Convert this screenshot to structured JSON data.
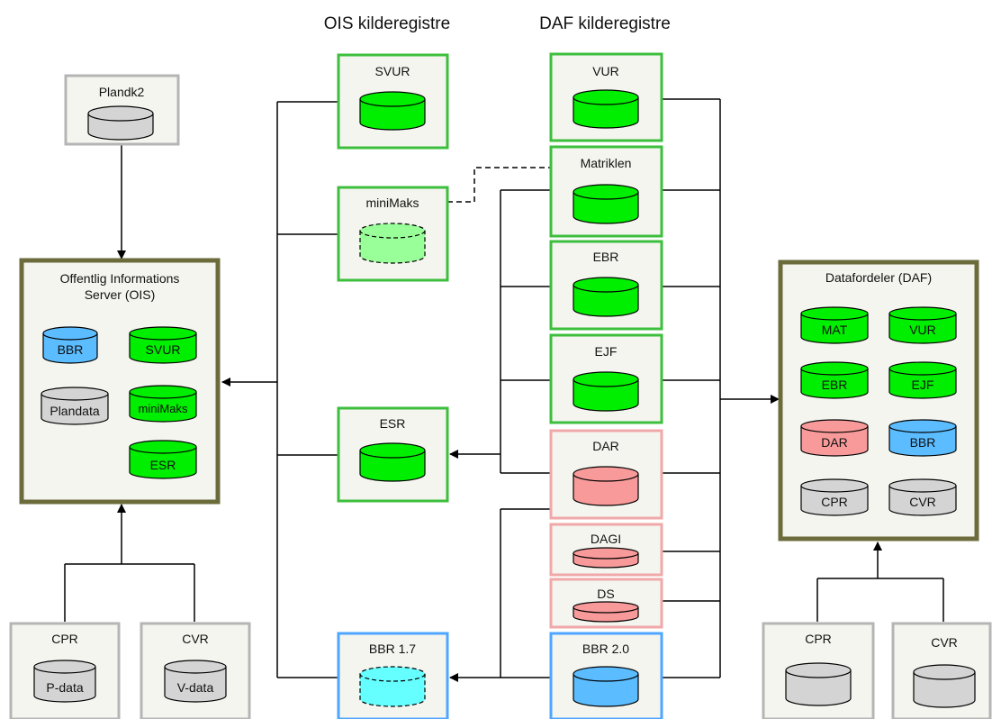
{
  "headers": {
    "ois": "OIS kilderegistre",
    "daf": "DAF kilderegistre"
  },
  "colors": {
    "green_border": "#3dbf3d",
    "green_fill": "#00ee00",
    "light_green_fill": "#99ff99",
    "pink_border": "#f0a8a8",
    "pink_fill": "#f99a9a",
    "blue_border": "#4da6ff",
    "blue_fill": "#5bbcff",
    "cyan_fill": "#66ffff",
    "grey_border": "#b5b5b5",
    "grey_fill": "#d4d4d4",
    "server_border": "#6b6b3c",
    "server_fill": "#f5f5f0"
  },
  "plandk2": {
    "label": "Plandk2"
  },
  "ois_server": {
    "title_line1": "Offentlig Informations",
    "title_line2": "Server (OIS)",
    "dbs": {
      "bbr": "BBR",
      "svur": "SVUR",
      "plandata": "Plandata",
      "minimaks": "miniMaks",
      "esr": "ESR"
    }
  },
  "ois_sources": {
    "svur": "SVUR",
    "minimaks": "miniMaks",
    "esr": "ESR",
    "bbr17": "BBR 1.7"
  },
  "daf_sources": {
    "vur": "VUR",
    "matriklen": "Matriklen",
    "ebr": "EBR",
    "ejf": "EJF",
    "dar": "DAR",
    "dagi": "DAGI",
    "ds": "DS",
    "bbr20": "BBR 2.0"
  },
  "daf_server": {
    "title": "Datafordeler (DAF)",
    "dbs": {
      "mat": "MAT",
      "vur": "VUR",
      "ebr": "EBR",
      "ejf": "EJF",
      "dar": "DAR",
      "bbr": "BBR",
      "cpr": "CPR",
      "cvr": "CVR"
    }
  },
  "bottom_left": {
    "cpr": "CPR",
    "cpr_db": "P-data",
    "cvr": "CVR",
    "cvr_db": "V-data"
  },
  "bottom_right": {
    "cpr": "CPR",
    "cvr": "CVR"
  }
}
